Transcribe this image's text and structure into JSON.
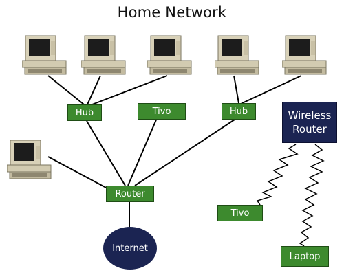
{
  "title": "Home Network",
  "nodes": {
    "hub_left": "Hub",
    "tivo_wired": "Tivo",
    "hub_right": "Hub",
    "router": "Router",
    "internet": "Internet",
    "wireless_router_line1": "Wireless",
    "wireless_router_line2": "Router",
    "tivo_wireless": "Tivo",
    "laptop": "Laptop"
  },
  "icons": {
    "computer": "computer-icon"
  },
  "colors": {
    "node_green": "#3d8a2e",
    "node_navy": "#1b2452",
    "wire": "#000000"
  }
}
